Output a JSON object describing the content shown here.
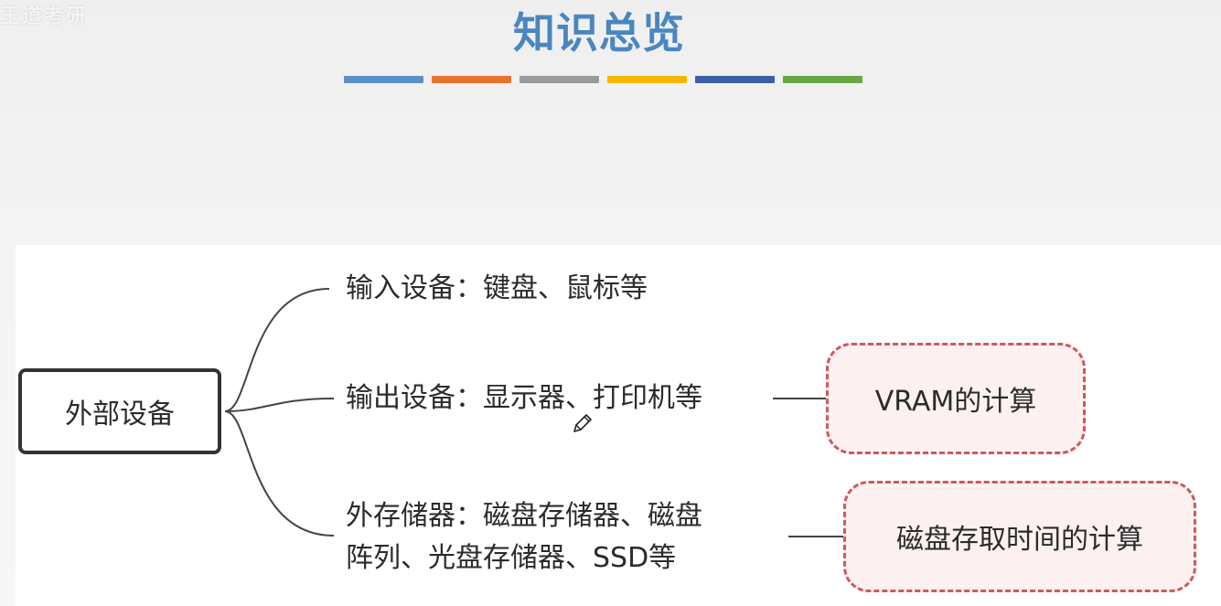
{
  "title": "知识总览",
  "watermark": "王道考研",
  "color_bars": [
    "#5b8fca",
    "#e8732e",
    "#9a9a9a",
    "#f5b800",
    "#3c5fa8",
    "#68a742"
  ],
  "mindmap": {
    "root": "外部设备",
    "branches": [
      {
        "label": "输入设备：键盘、鼠标等"
      },
      {
        "label": "输出设备：显示器、打印机等",
        "note": "VRAM的计算"
      },
      {
        "label_line1": "外存储器：磁盘存储器、磁盘",
        "label_line2": "阵列、光盘存储器、SSD等",
        "note": "磁盘存取时间的计算"
      }
    ]
  },
  "colors": {
    "title": "#4a86c0",
    "note_border": "#d0585a",
    "note_fill": "#fdf0f0",
    "root_border": "#333333"
  }
}
